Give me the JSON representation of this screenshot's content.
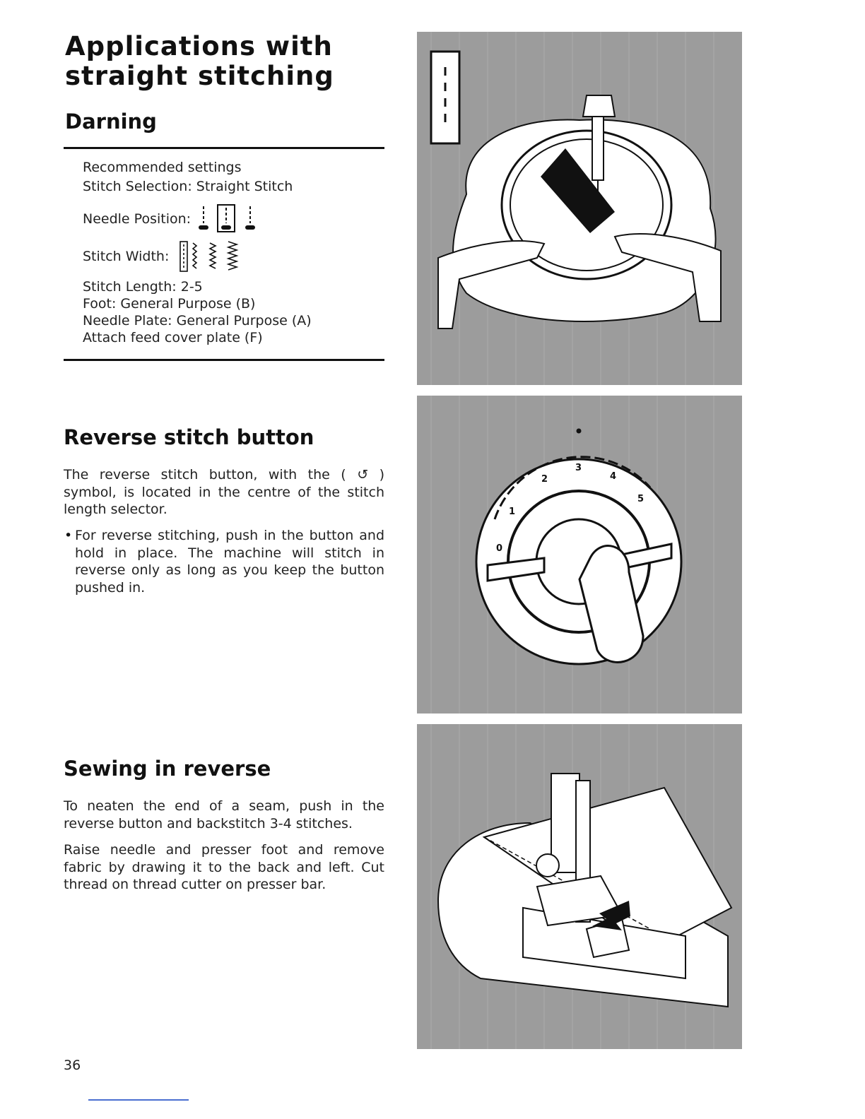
{
  "heading": "Applications with straight stitching",
  "darning": {
    "title": "Darning",
    "settings_title": "Recommended settings",
    "stitch_selection": "Stitch Selection: Straight Stitch",
    "needle_position_label": "Needle Position:",
    "stitch_width_label": "Stitch Width:",
    "stitch_length": "Stitch Length: 2-5",
    "foot": "Foot: General Purpose (B)",
    "needle_plate": "Needle Plate: General Purpose (A)",
    "feed_cover": "Attach feed cover plate (F)"
  },
  "reverse_button": {
    "title": "Reverse stitch button",
    "text": "The reverse stitch button, with the ( ↺ ) symbol, is located in the centre of the stitch length selector.",
    "bullet": "For reverse stitching, push in the button and hold in place. The machine will stitch in reverse only as long as you keep the button pushed in."
  },
  "sewing_reverse": {
    "title": "Sewing in reverse",
    "p1": "To neaten the end of a seam, push in the reverse button and backstitch 3-4 stitches.",
    "p2": "Raise needle and presser foot and remove fabric by drawing it to the back and left. Cut thread on thread cutter on presser bar."
  },
  "dial_numbers": [
    "0",
    "1",
    "2",
    "3",
    "4",
    "5"
  ],
  "page_number": "36"
}
